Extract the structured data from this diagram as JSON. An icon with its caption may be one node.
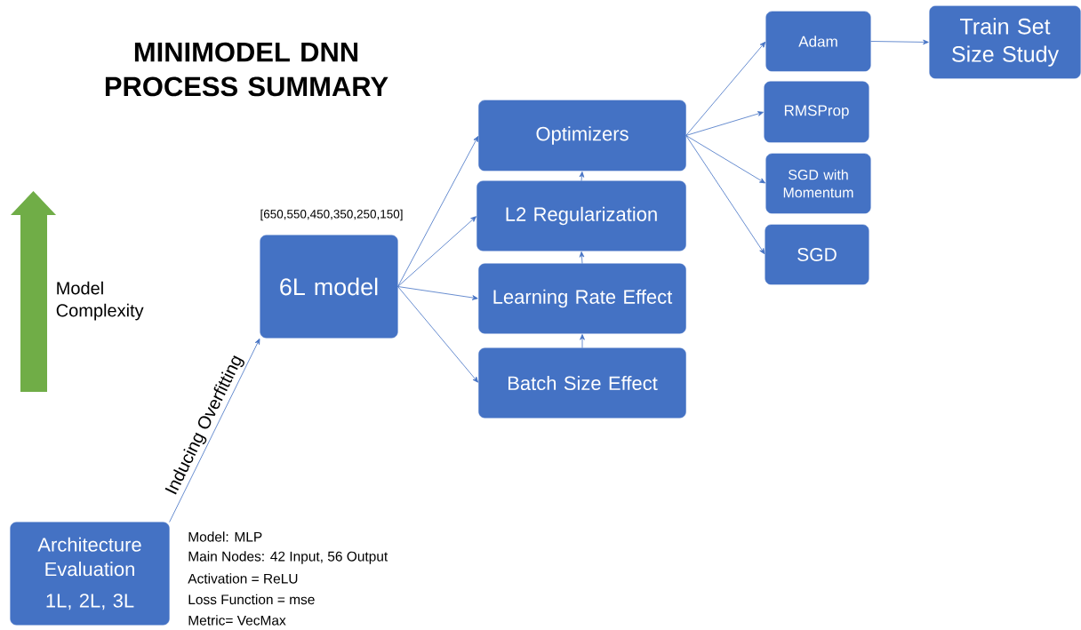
{
  "diagram": {
    "title": "MINIMODEL DNN PROCESS SUMMARY",
    "nodes": [
      {
        "text": [
          "Architecture Evaluation",
          "1L, 2L, 3L"
        ],
        "beside": [
          "Model: MLP",
          "Main Nodes: 42 Input, 56 Output",
          "Activation = ReLU",
          "Loss Function = mse",
          "Metric= VecMax"
        ]
      },
      {
        "text": [
          "6L model"
        ],
        "beside": [
          "[650,550,450,350,250,150]"
        ]
      },
      {
        "text": [
          "Optimizers"
        ]
      },
      {
        "text": [
          "L2 Regularization"
        ]
      },
      {
        "text": [
          "Learning Rate Effect"
        ]
      },
      {
        "text": [
          "Batch Size Effect"
        ]
      },
      {
        "text": [
          "Adam"
        ]
      },
      {
        "text": [
          "RMSProp"
        ]
      },
      {
        "text": [
          "SGD with Momentum"
        ]
      },
      {
        "text": [
          "SGD"
        ]
      },
      {
        "text": [
          "Train Set Size Study"
        ]
      }
    ],
    "edges": [
      {
        "from": 0,
        "to": 1,
        "arrow": "to",
        "label": "Inducing Overfitting"
      },
      {
        "from": 1,
        "to": 2,
        "arrow": "to"
      },
      {
        "from": 1,
        "to": 3,
        "arrow": "to"
      },
      {
        "from": 1,
        "to": 4,
        "arrow": "to"
      },
      {
        "from": 1,
        "to": 5,
        "arrow": "to"
      },
      {
        "from": 5,
        "to": 4,
        "arrow": "to"
      },
      {
        "from": 4,
        "to": 3,
        "arrow": "to"
      },
      {
        "from": 3,
        "to": 2,
        "arrow": "to"
      },
      {
        "from": 2,
        "to": 6,
        "arrow": "to"
      },
      {
        "from": 2,
        "to": 7,
        "arrow": "to"
      },
      {
        "from": 2,
        "to": 8,
        "arrow": "to"
      },
      {
        "from": 2,
        "to": 9,
        "arrow": "to"
      },
      {
        "from": 6,
        "to": 10,
        "arrow": "to"
      }
    ],
    "labels": [
      "Model Complexity"
    ]
  }
}
